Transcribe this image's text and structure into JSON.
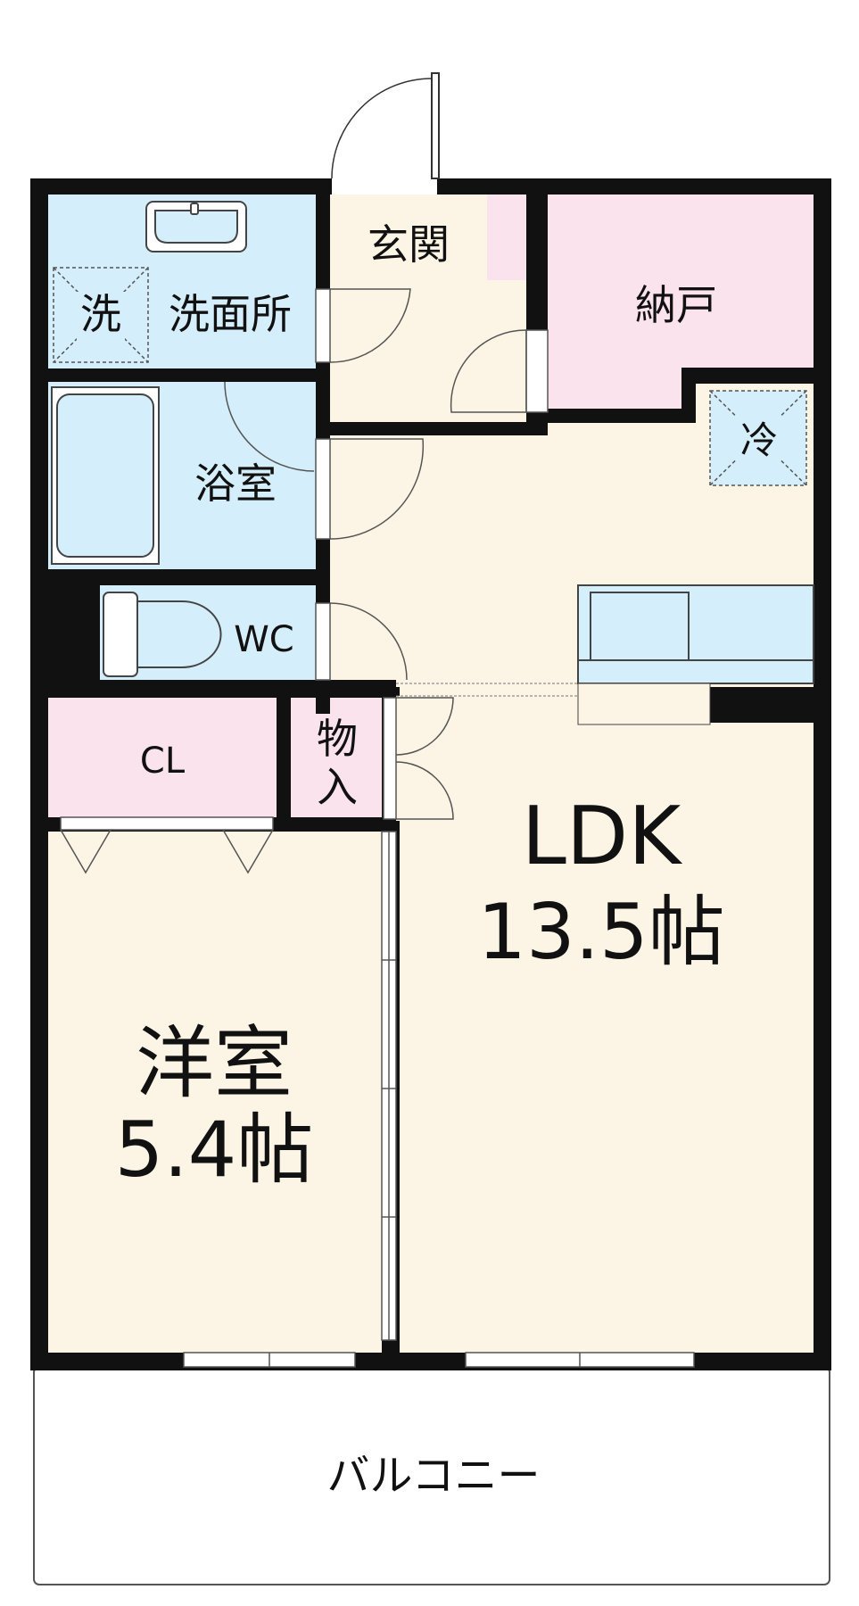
{
  "rooms": {
    "washroom": "洗面所",
    "washer": "洗",
    "bath": "浴室",
    "toilet": "WC",
    "entrance": "玄関",
    "storeroom": "納戸",
    "fridge": "冷",
    "closet": "CL",
    "storage_line1": "物",
    "storage_line2": "入",
    "ldk_name": "LDK",
    "ldk_size": "13.5帖",
    "bedroom_name": "洋室",
    "bedroom_size": "5.4帖",
    "balcony": "バルコニー"
  },
  "colors": {
    "wall": "#111111",
    "wet_area": "#d4eefb",
    "floor": "#fcf5e5",
    "storage": "#fbe3ee",
    "line": "#333333"
  }
}
